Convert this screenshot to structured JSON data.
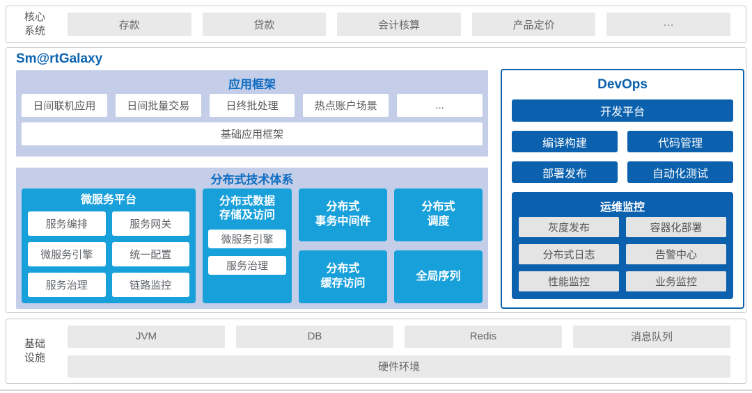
{
  "colors": {
    "bright_blue": "#18a0db",
    "dark_blue": "#0b61ad",
    "periwinkle_bg": "#c4cee9",
    "header_text_blue": "#0e6dc0",
    "gray_box_bg": "#e9e9e9",
    "panel_border": "#c6c6c6"
  },
  "core_system": {
    "label": "核心\n系统",
    "items": [
      "存款",
      "贷款",
      "会计核算",
      "产品定价",
      "···"
    ]
  },
  "platform": {
    "title": "Sm@rtGalaxy",
    "app_framework": {
      "title": "应用框架",
      "items": [
        "日间联机应用",
        "日间批量交易",
        "日终批处理",
        "热点账户场景",
        "..."
      ],
      "base": "基础应用框架"
    },
    "distributed": {
      "title": "分布式技术体系",
      "microservice": {
        "title": "微服务平台",
        "items": [
          "服务编排",
          "服务网关",
          "微服务引擎",
          "统一配置",
          "服务治理",
          "链路监控"
        ]
      },
      "storage": {
        "title": "分布式数据\n存储及访问",
        "items": [
          "微服务引擎",
          "服务治理"
        ]
      },
      "blocks": [
        "分布式\n事务中间件",
        "分布式\n调度",
        "分布式\n缓存访问",
        "全局序列"
      ]
    },
    "devops": {
      "title": "DevOps",
      "dev_platform": "开发平台",
      "tools": [
        "编译构建",
        "代码管理",
        "部署发布",
        "自动化测试"
      ],
      "monitoring": {
        "title": "运维监控",
        "items": [
          "灰度发布",
          "容器化部署",
          "分布式日志",
          "告警中心",
          "性能监控",
          "业务监控"
        ]
      }
    }
  },
  "infrastructure": {
    "label": "基础\n设施",
    "items": [
      "JVM",
      "DB",
      "Redis",
      "消息队列"
    ],
    "base": "硬件环境"
  }
}
